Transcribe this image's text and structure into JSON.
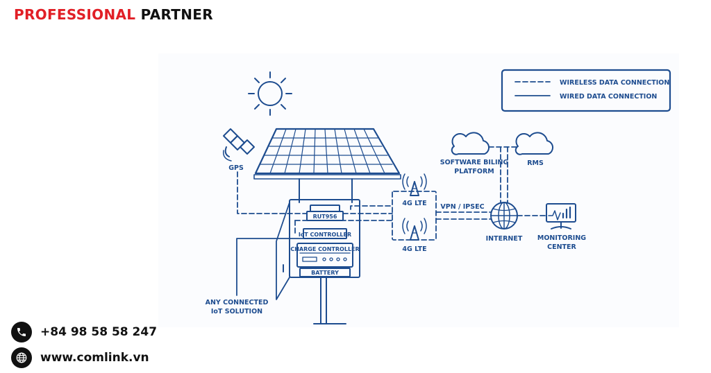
{
  "brand": {
    "highlight": "PROFESSIONAL",
    "rest": "PARTNER"
  },
  "legend": {
    "wireless": "WIRELESS DATA CONNECTION",
    "wired": "WIRED DATA CONNECTION"
  },
  "labels": {
    "gps": "GPS",
    "lte_top": "4G LTE",
    "lte_bottom": "4G LTE",
    "vpn": "VPN / IPSEC",
    "software_line1": "SOFTWARE BILING",
    "software_line2": "PLATFORM",
    "rms": "RMS",
    "internet": "INTERNET",
    "monitoring_line1": "MONITORING",
    "monitoring_line2": "CENTER",
    "router": "RUT956",
    "iot_controller": "IoT CONTROLLER",
    "charge_controller": "CHARGE CONTROLLER",
    "battery": "BATTERY",
    "any_line1": "ANY CONNECTED",
    "any_line2": "IoT SOLUTION"
  },
  "contact": {
    "phone": "+84 98 58 58 247",
    "website": "www.comlink.vn"
  },
  "colors": {
    "brand_red": "#e11f26",
    "line_blue": "#1d4c8f",
    "text_black": "#111111"
  },
  "icons": {
    "phone": "phone-icon",
    "globe": "globe-icon"
  }
}
